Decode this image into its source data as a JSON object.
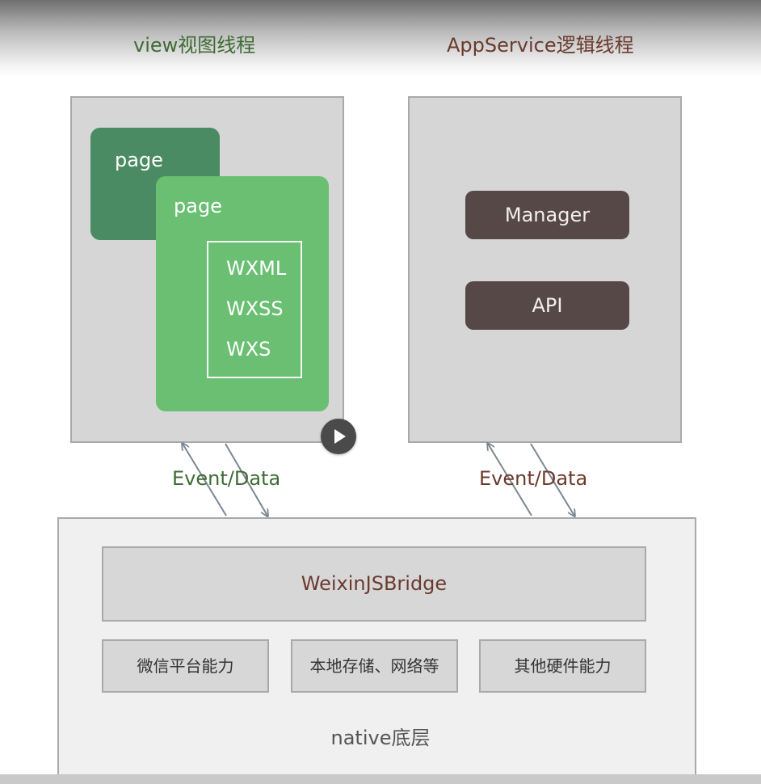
{
  "titles": {
    "view_thread": "view视图线程",
    "app_thread": "AppService逻辑线程"
  },
  "view_panel": {
    "page_back_label": "page",
    "page_front_label": "page",
    "files": [
      "WXML",
      "WXSS",
      "WXS"
    ]
  },
  "app_panel": {
    "modules": [
      "Manager",
      "API"
    ]
  },
  "flows": {
    "view_label": "Event/Data",
    "app_label": "Event/Data"
  },
  "native": {
    "bridge": "WeixinJSBridge",
    "abilities": [
      "微信平台能力",
      "本地存储、网络等",
      "其他硬件能力"
    ],
    "label": "native底层"
  },
  "colors": {
    "view_title": "#3f6b34",
    "app_title": "#6b3a2e",
    "page_dark": "#4b8b63",
    "page_light": "#6abf73",
    "module_bg": "#564847",
    "panel_bg": "#d7d6d7"
  },
  "icons": {
    "play": "play-icon"
  }
}
